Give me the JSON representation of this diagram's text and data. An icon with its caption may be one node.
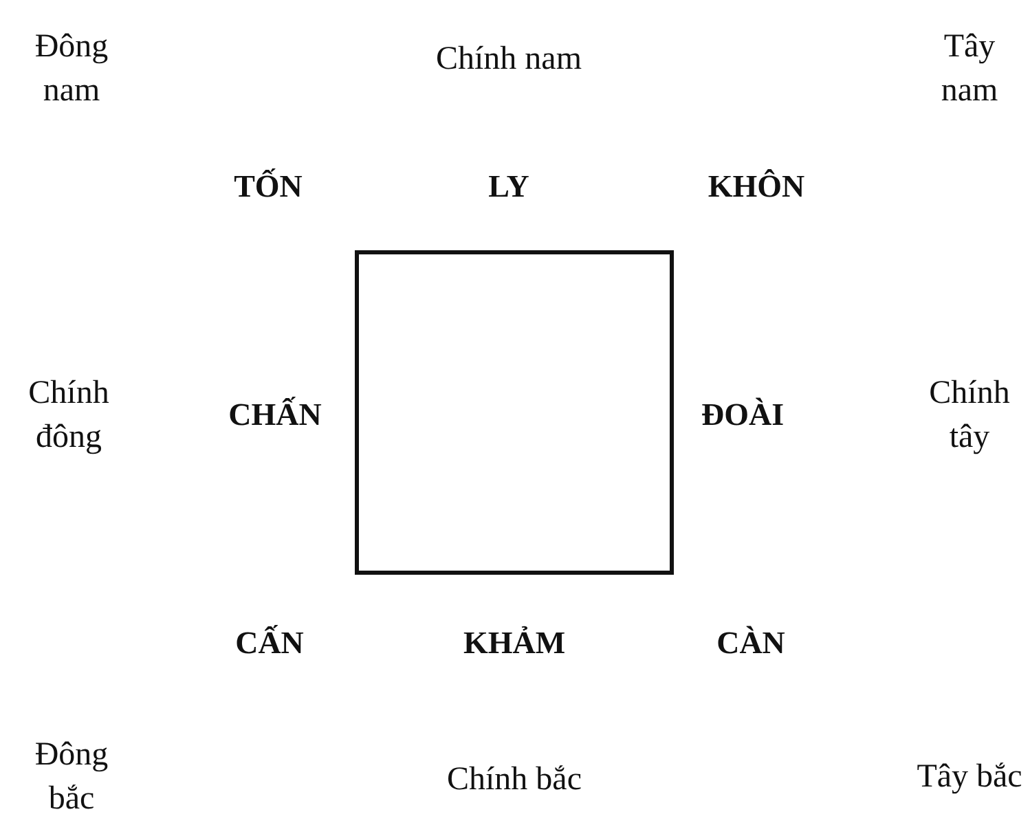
{
  "diagram": {
    "nodes": [
      {
        "text": [],
        "shape": "box"
      }
    ],
    "labels": [
      "Đông nam",
      "Chính nam",
      "Tây nam",
      "TỐN",
      "LY",
      "KHÔN",
      "Chính đông",
      "CHẤN",
      "ĐOÀI",
      "Chính tây",
      "CẤN",
      "KHẢM",
      "CÀN",
      "Đông bắc",
      "Chính bắc",
      "Tây bắc"
    ]
  }
}
